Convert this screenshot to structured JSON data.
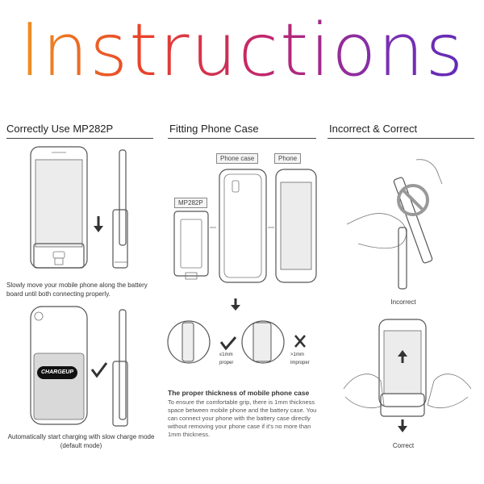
{
  "title": "Instructions",
  "columns": {
    "col1": {
      "heading": "Correctly Use MP282P",
      "caption1": "Slowly move your mobile phone along the battery board until both connecting properly.",
      "caption2": "Automatically start charging with slow charge mode (default mode)",
      "logo_text": "CHARGEUP"
    },
    "col2": {
      "heading": "Fitting Phone Case",
      "label_phone_case": "Phone case",
      "label_phone": "Phone",
      "label_device": "MP282P",
      "tag_proper_value": "≤1mm",
      "tag_proper": "proper",
      "tag_improper_value": ">1mm",
      "tag_improper": "improper",
      "thickness_title": "The proper thickness of mobile phone case",
      "thickness_body": "To ensure the comfortable grip, there is 1mm thickness space between mobile phone and the battery case. You can connect your phone with the battery case directly without removing your phone case if it's no more than 1mm thickness."
    },
    "col3": {
      "heading": "Incorrect & Correct",
      "label_incorrect": "Incorrect",
      "label_correct": "Correct"
    }
  }
}
